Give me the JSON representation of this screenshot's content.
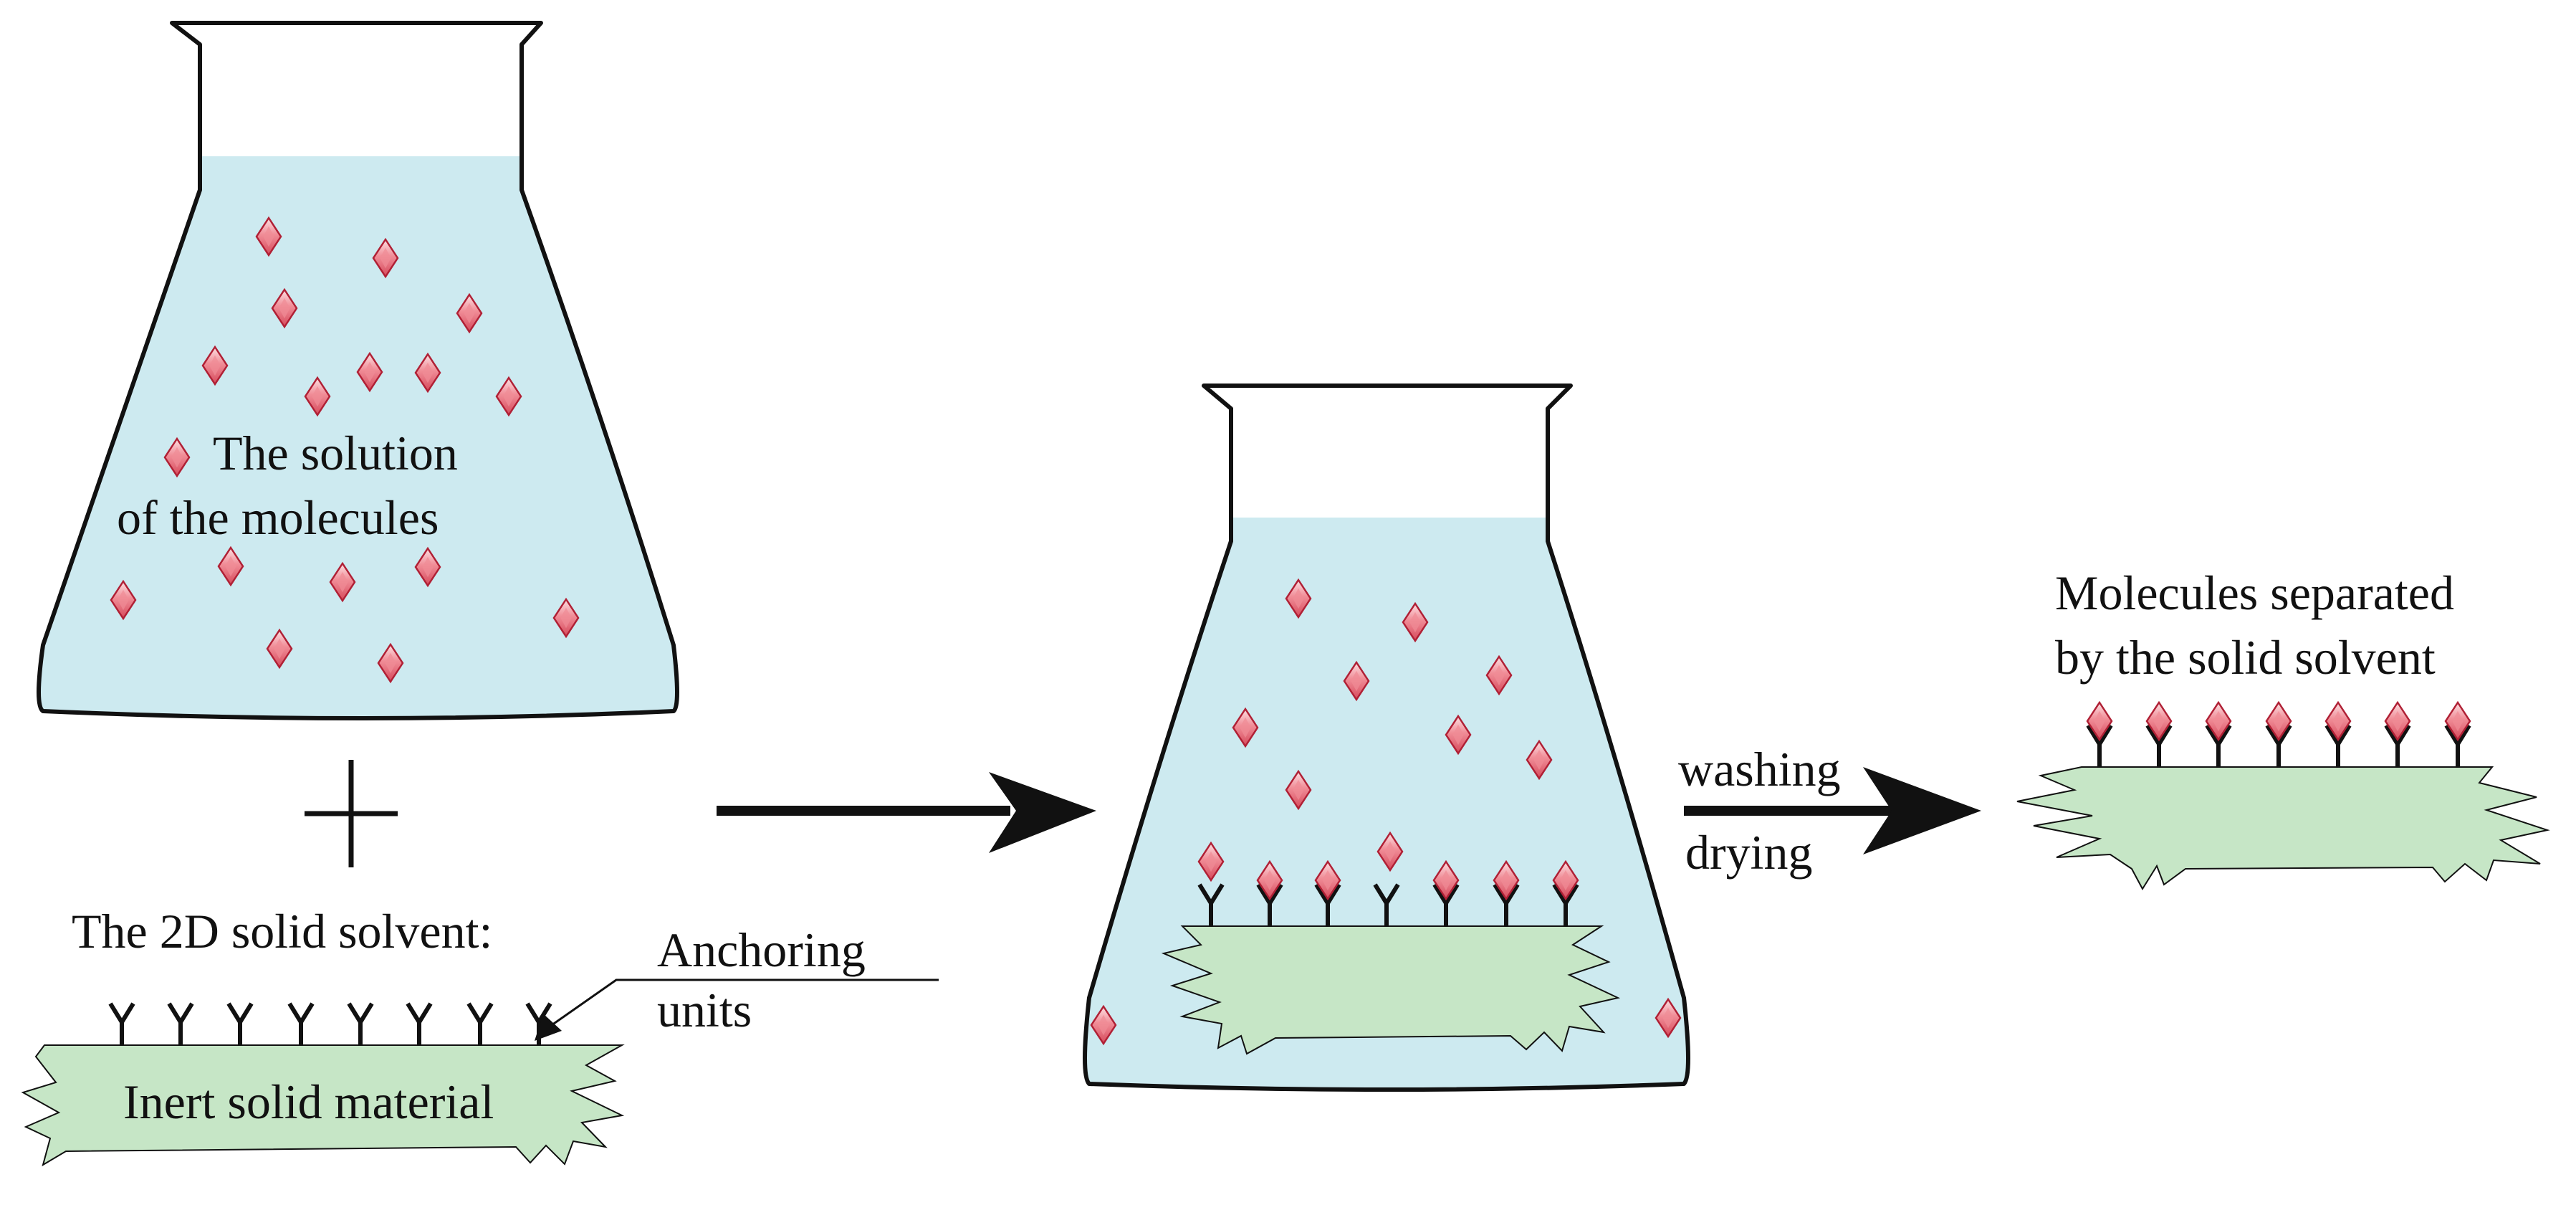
{
  "labels": {
    "solution_line1": "The solution",
    "solution_line2": "of the molecules",
    "solvent_title": "The 2D solid solvent:",
    "anchoring_line1": "Anchoring",
    "anchoring_line2": "units",
    "inert": "Inert solid material",
    "washing": "washing",
    "drying": "drying",
    "separated_line1": "Molecules separated",
    "separated_line2": "by the solid solvent"
  },
  "colors": {
    "liquid": "#cdeaf0",
    "solid": "#c6e6c6",
    "molecule": "#f08c96",
    "molecule_highlight": "#fde0e3",
    "molecule_edge": "#b02035",
    "outline": "#111111"
  },
  "icons": {
    "molecule": "diamond-molecule-icon",
    "anchor": "y-anchor-icon",
    "plus": "plus-sign-icon",
    "arrow": "process-arrow-icon",
    "flask": "erlenmeyer-flask-icon"
  }
}
